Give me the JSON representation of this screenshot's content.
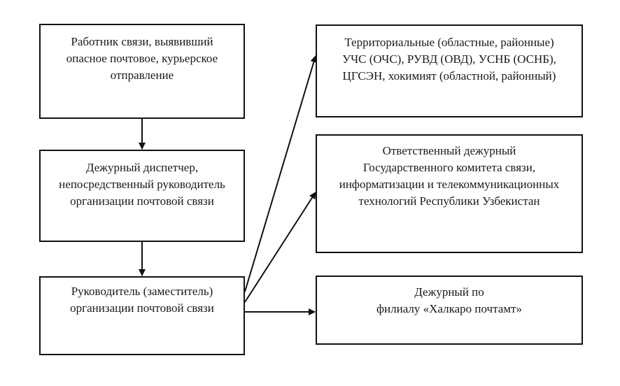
{
  "diagram": {
    "type": "flowchart",
    "nodes": [
      {
        "id": "b1",
        "lines": [
          "Работник связи, выявивший",
          "опасное почтовое, курьерское",
          "отправление"
        ]
      },
      {
        "id": "b2",
        "lines": [
          "Дежурный диспетчер,",
          "непосредственный руководитель",
          "организации почтовой связи"
        ]
      },
      {
        "id": "b3",
        "lines": [
          "Руководитель (заместитель)",
          "организации почтовой связи"
        ]
      },
      {
        "id": "b4",
        "lines": [
          "Территориальные (областные, районные)",
          "УЧС (ОЧС), РУВД (ОВД), УСНБ (ОСНБ),",
          "ЦГСЭН, хокимият (областной, районный)"
        ]
      },
      {
        "id": "b5",
        "lines": [
          "Ответственный дежурный",
          "Государственного комитета связи,",
          "информатизации и телекоммуникационных",
          "технологий Республики Узбекистан"
        ]
      },
      {
        "id": "b6",
        "lines": [
          "Дежурный по",
          "филиалу «Халкаро почтамт»"
        ]
      }
    ],
    "edges": [
      {
        "from": "b1",
        "to": "b2"
      },
      {
        "from": "b2",
        "to": "b3"
      },
      {
        "from": "b3",
        "to": "b4"
      },
      {
        "from": "b3",
        "to": "b5"
      },
      {
        "from": "b3",
        "to": "b6"
      }
    ],
    "colors": {
      "line": "#111111",
      "text": "#1a1a1a",
      "background": "#ffffff"
    }
  }
}
